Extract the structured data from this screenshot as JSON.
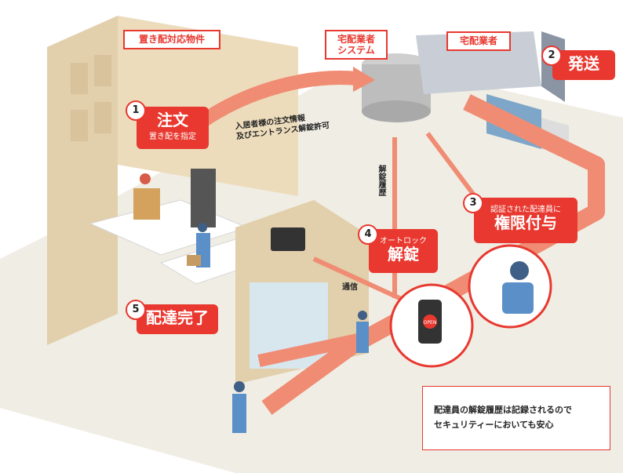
{
  "labels": {
    "building": "置き配対応物件",
    "system": "宅配業者\nシステム",
    "company": "宅配業者",
    "order_info": "入居者様の注文情報\n及びエントランス解錠許可",
    "unlock_history": "解錠履歴",
    "communication": "通信",
    "open_text": "OPEN"
  },
  "steps": [
    {
      "number": "1",
      "title": "注文",
      "sub": "置き配を指定"
    },
    {
      "number": "2",
      "title": "発送"
    },
    {
      "number": "3",
      "sub": "認証された配達員に",
      "title": "権限付与"
    },
    {
      "number": "4",
      "sub": "オートロック",
      "title": "解錠"
    },
    {
      "number": "5",
      "title": "配達完了"
    }
  ],
  "note": {
    "line1": "配達員の解錠履歴は記録されるので",
    "line2": "セキュリティーにおいても安心"
  },
  "colors": {
    "accent": "#e8382f",
    "arrow": "#f08c73",
    "building": "#ecdcbc",
    "ground": "#f0ede4"
  }
}
